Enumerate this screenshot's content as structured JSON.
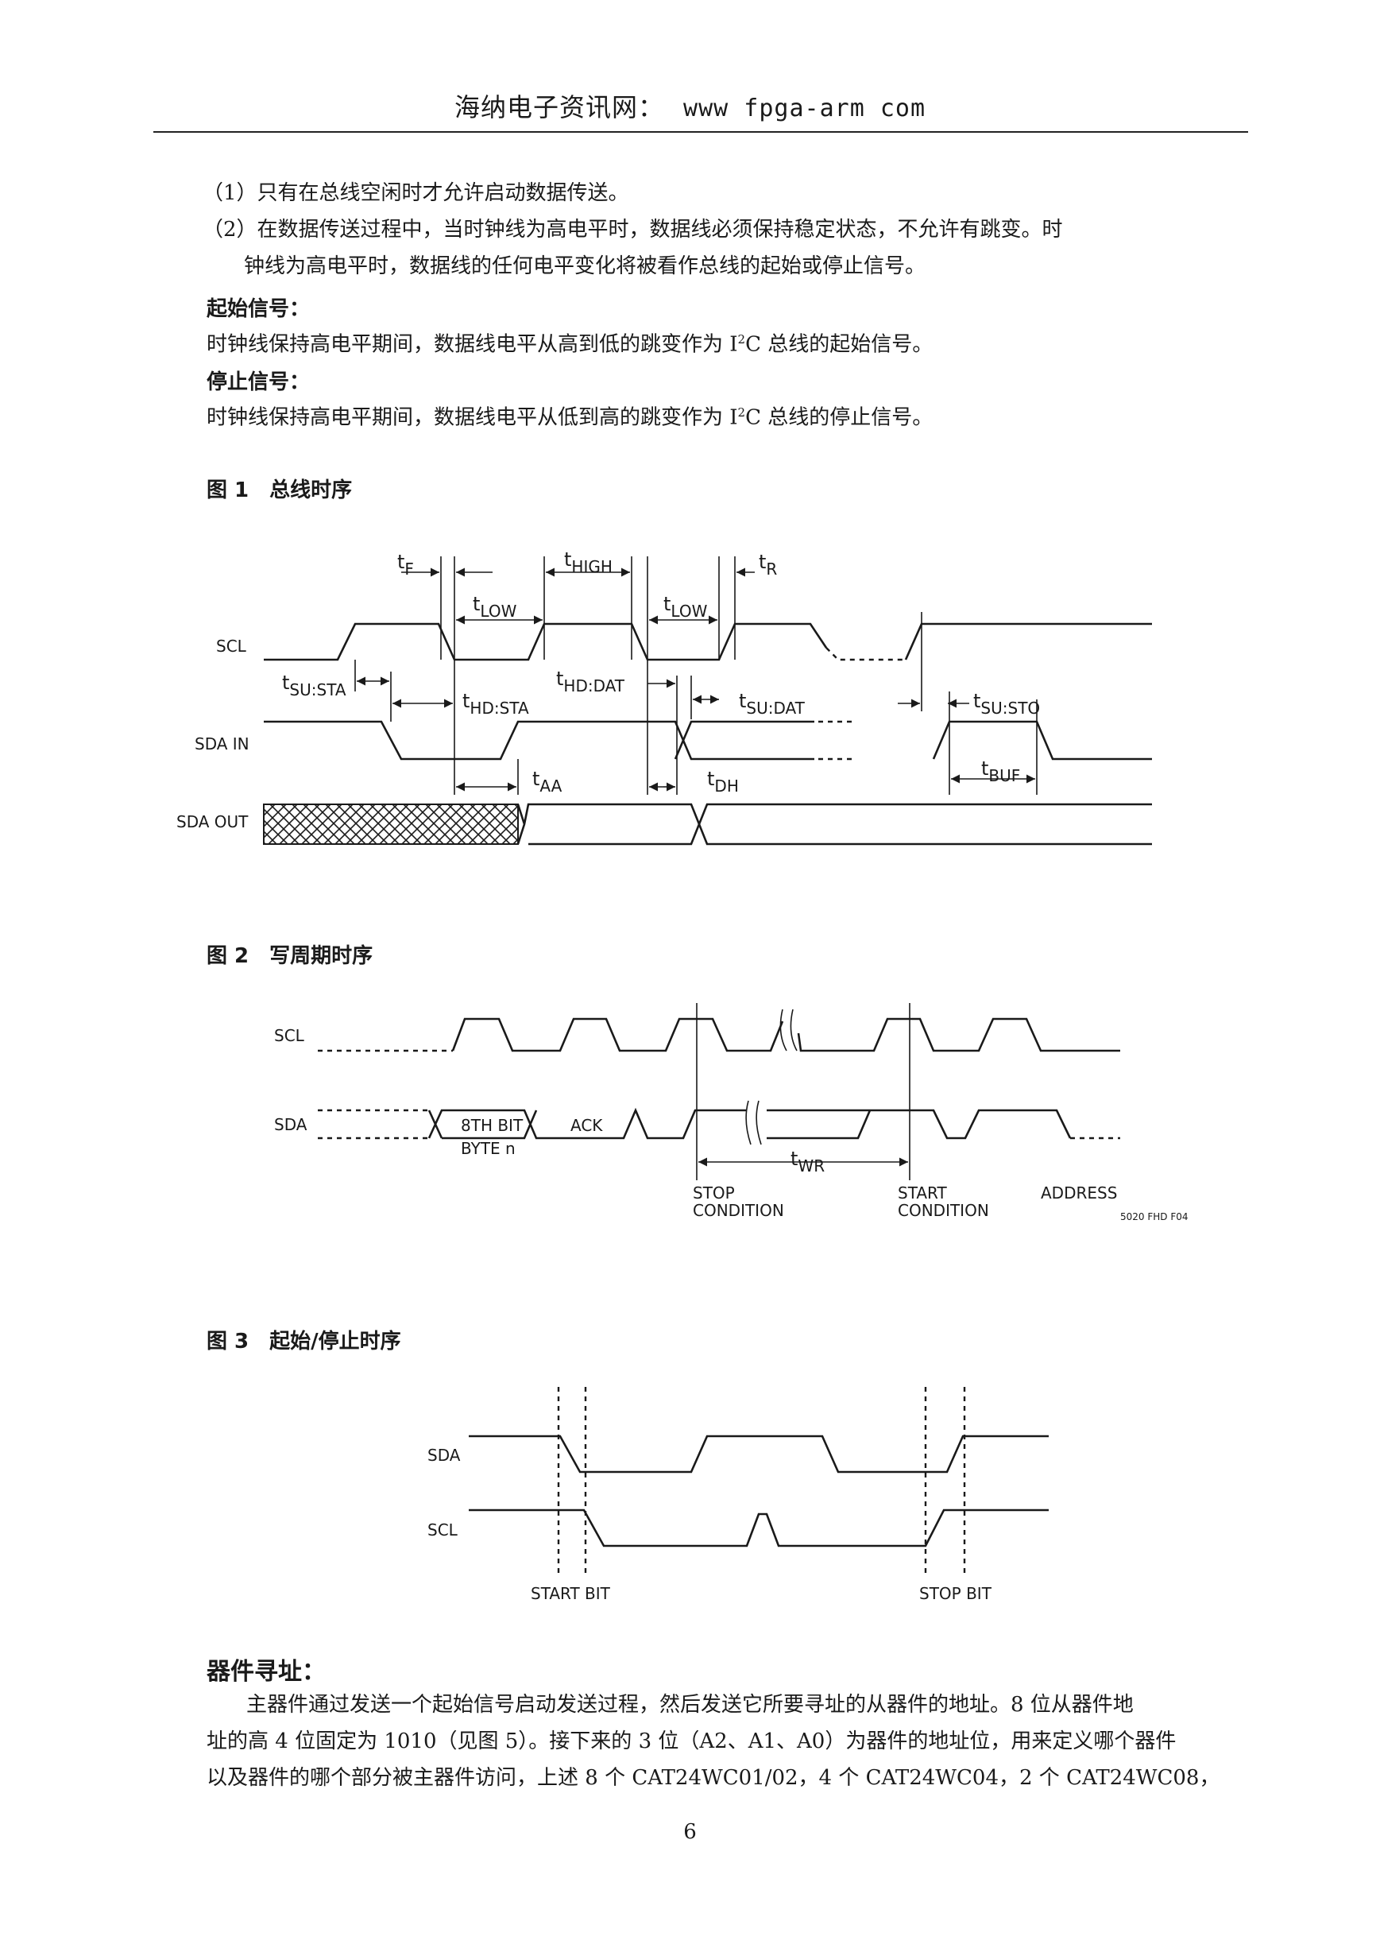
{
  "header": {
    "site": "海纳电子资讯网：",
    "url": "www fpga-arm com"
  },
  "intro": {
    "rule1": "（1）只有在总线空闲时才允许启动数据传送。",
    "rule2a": "（2）在数据传送过程中，当时钟线为高电平时，数据线必须保持稳定状态，不允许有跳变。时",
    "rule2b": "钟线为高电平时，数据线的任何电平变化将被看作总线的起始或停止信号。",
    "start_heading": "起始信号：",
    "start_text_pre": "时钟线保持高电平期间，数据线电平从高到低的跳变作为 I",
    "start_text_post": "C 总线的起始信号。",
    "stop_heading": "停止信号：",
    "stop_text_pre": "时钟线保持高电平期间，数据线电平从低到高的跳变作为 I",
    "stop_text_post": "C 总线的停止信号。",
    "sup": "2"
  },
  "fig1": {
    "caption": "图 1　总线时序",
    "scl": "SCL",
    "sda_in": "SDA IN",
    "sda_out": "SDA OUT",
    "t": "t",
    "F": "F",
    "HIGH": "HIGH",
    "R": "R",
    "LOW": "LOW",
    "SU_STA": "SU:STA",
    "HD_STA": "HD:STA",
    "HD_DAT": "HD:DAT",
    "SU_DAT": "SU:DAT",
    "SU_STO": "SU:STO",
    "AA": "AA",
    "DH": "DH",
    "BUF": "BUF"
  },
  "fig2": {
    "caption": "图 2　写周期时序",
    "scl": "SCL",
    "sda": "SDA",
    "bit8": "8TH BIT",
    "byte": "BYTE n",
    "ack": "ACK",
    "t": "t",
    "WR": "WR",
    "stop1": "STOP",
    "stop2": "CONDITION",
    "start1": "START",
    "start2": "CONDITION",
    "address": "ADDRESS",
    "code": "5020 FHD F04"
  },
  "fig3": {
    "caption": "图 3　起始/停止时序",
    "sda": "SDA",
    "scl": "SCL",
    "start_bit": "START BIT",
    "stop_bit": "STOP BIT"
  },
  "addressing": {
    "heading": "器件寻址：",
    "line1": "主器件通过发送一个起始信号启动发送过程，然后发送它所要寻址的从器件的地址。8 位从器件地",
    "line2": "址的高 4 位固定为 1010（见图 5）。接下来的 3 位（A2、A1、A0）为器件的地址位，用来定义哪个器件",
    "line3": "以及器件的哪个部分被主器件访问，上述 8 个 CAT24WC01/02，4 个 CAT24WC04，2 个 CAT24WC08，"
  },
  "page_number": "6"
}
